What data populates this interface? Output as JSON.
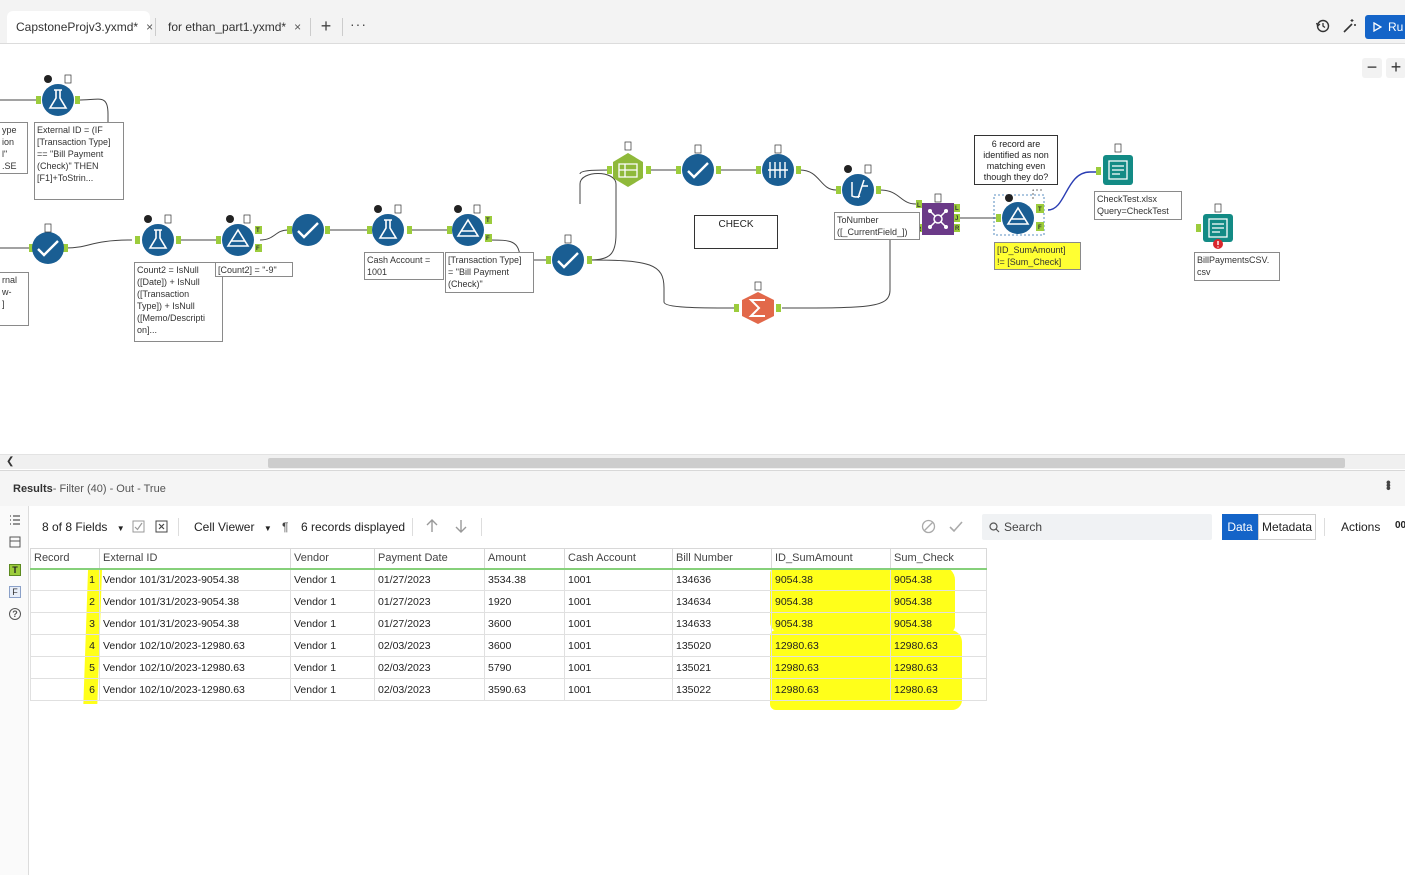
{
  "tabs": [
    {
      "label": "CapstoneProjv3.yxmd*",
      "close": "×"
    },
    {
      "label": "for ethan_part1.yxmd*",
      "close": "×"
    }
  ],
  "tab_actions": {
    "add": "+",
    "more": "···"
  },
  "run_label": "Ru",
  "zoom": {
    "out": "−",
    "in": "+"
  },
  "annotations": {
    "a_left1": "ype\nion\nl\"\n.SE",
    "a_left2": "rnal\nw-\n]",
    "a_extid": "External ID = (IF\n[Transaction Type]\n== \"Bill Payment\n(Check)\" THEN\n[F1]+ToStrin...",
    "a_count2": "Count2 = IsNull\n([Date]) + IsNull\n([Transaction\nType]) + IsNull\n([Memo/Descripti\non]...",
    "a_filter9": "[Count2] = \"-9\"",
    "a_cash": "Cash Account =\n1001",
    "a_trans": "[Transaction Type]\n= \"Bill Payment\n(Check)\"",
    "a_tonumber": "ToNumber\n([_CurrentField_])",
    "a_idsum": "[ID_SumAmount]\n!= [Sum_Check]",
    "a_checktest": "CheckTest.xlsx\nQuery=CheckTest",
    "a_billpay": "BillPaymentsCSV.\ncsv",
    "comment_6rec": "6 record are\nidentified as non\nmatching even\nthough they do?",
    "comment_check": "CHECK"
  },
  "results": {
    "title": "Results",
    "subtitle": " - Filter (40) - Out - True"
  },
  "toolbar": {
    "fields": "8 of 8 Fields",
    "cell_viewer": "Cell Viewer",
    "pilcrow": "¶",
    "records": "6 records displayed",
    "search_placeholder": "Search",
    "data_tab": "Data",
    "metadata_tab": "Metadata",
    "actions": "Actions",
    "extra": "00"
  },
  "table": {
    "columns": [
      "Record",
      "External ID",
      "Vendor",
      "Payment Date",
      "Amount",
      "Cash Account",
      "Bill Number",
      "ID_SumAmount",
      "Sum_Check"
    ],
    "rows": [
      [
        "1",
        "Vendor 101/31/2023-9054.38",
        "Vendor 1",
        "01/27/2023",
        "3534.38",
        "1001",
        "134636",
        "9054.38",
        "9054.38"
      ],
      [
        "2",
        "Vendor 101/31/2023-9054.38",
        "Vendor 1",
        "01/27/2023",
        "1920",
        "1001",
        "134634",
        "9054.38",
        "9054.38"
      ],
      [
        "3",
        "Vendor 101/31/2023-9054.38",
        "Vendor 1",
        "01/27/2023",
        "3600",
        "1001",
        "134633",
        "9054.38",
        "9054.38"
      ],
      [
        "4",
        "Vendor 102/10/2023-12980.63",
        "Vendor 1",
        "02/03/2023",
        "3600",
        "1001",
        "135020",
        "12980.63",
        "12980.63"
      ],
      [
        "5",
        "Vendor 102/10/2023-12980.63",
        "Vendor 1",
        "02/03/2023",
        "5790",
        "1001",
        "135021",
        "12980.63",
        "12980.63"
      ],
      [
        "6",
        "Vendor 102/10/2023-12980.63",
        "Vendor 1",
        "02/03/2023",
        "3590.63",
        "1001",
        "135022",
        "12980.63",
        "12980.63"
      ]
    ]
  },
  "rail_labels": {
    "t": "T",
    "f": "F",
    "help": "?"
  },
  "anchors": {
    "t": "T",
    "f": "F",
    "l": "L",
    "j": "J",
    "r": "R"
  },
  "colors": {
    "accent": "#1464c8",
    "tool_blue": "#1a5e93",
    "highlight": "#ffff1a",
    "summarize": "#e2684a",
    "output_teal": "#138b85",
    "join_purple": "#6b3a88",
    "anchor_green": "#9ccc3c"
  }
}
